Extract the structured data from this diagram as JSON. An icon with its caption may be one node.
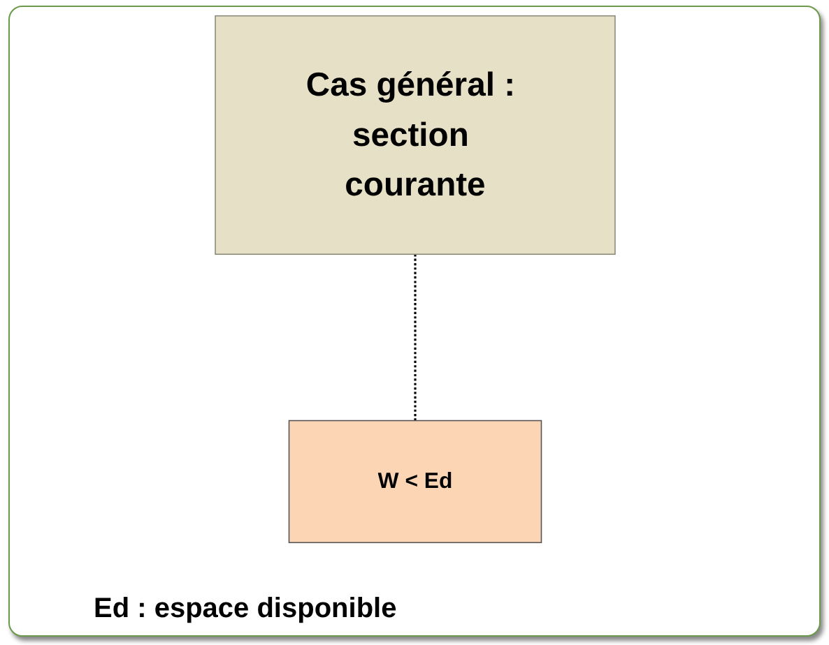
{
  "diagram": {
    "nodes": [
      {
        "text": [
          "Cas général : section courante"
        ]
      },
      {
        "text": [
          "W < Ed"
        ]
      }
    ],
    "edges": [
      {
        "from": 0,
        "to": 1,
        "arrow": "none",
        "style": "dashed"
      }
    ],
    "labels": [
      "Ed : espace disponible"
    ]
  }
}
